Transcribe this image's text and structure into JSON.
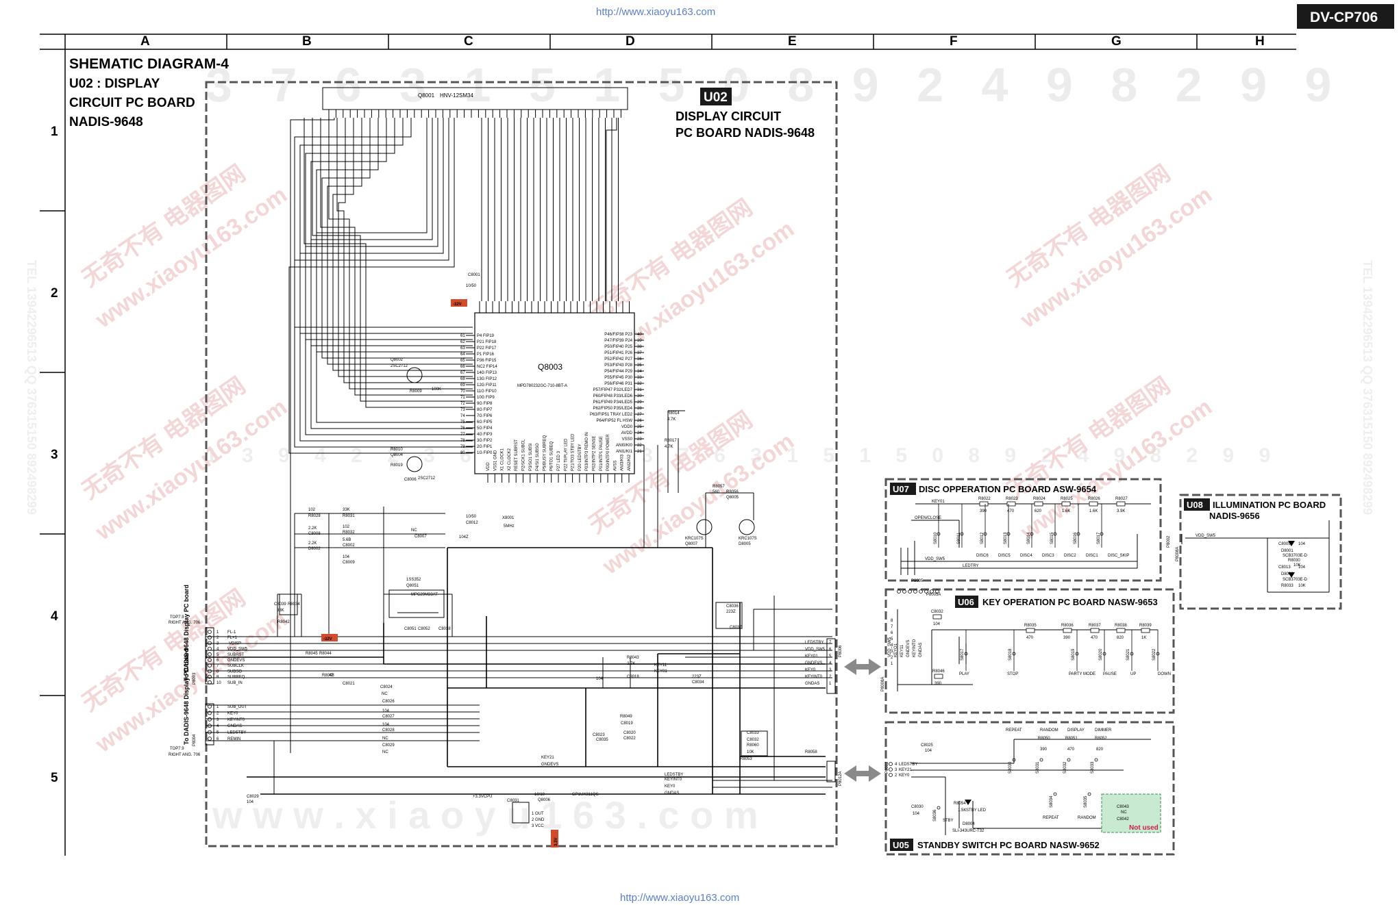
{
  "header": {
    "url_top": "http://www.xiaoyu163.com",
    "url_bottom": "http://www.xiaoyu163.com",
    "model": "DV-CP706"
  },
  "grid": {
    "columns": [
      "A",
      "B",
      "C",
      "D",
      "E",
      "F",
      "G",
      "H"
    ],
    "rows": [
      "1",
      "2",
      "3",
      "4",
      "5"
    ]
  },
  "title": {
    "line1": "SHEMATIC DIAGRAM-4",
    "line2": "U02 : DISPLAY",
    "line3": "CIRCUIT PC BOARD",
    "line4": "NADIS-9648"
  },
  "u02": {
    "badge": "U02",
    "heading1": "DISPLAY CIRCUIT",
    "heading2": "PC BOARD  NADIS-9648",
    "vfd_ref": "Q8001",
    "vfd_part": "HNV-12SM34",
    "mcu_ref": "Q8003",
    "mcu_part": "MPD780232GC-710-8BT-A",
    "volt_neg32_a": "-32V",
    "volt_neg32_b": "-32V",
    "volt_33": "3.3V",
    "parts": [
      "C8001",
      "10/50",
      "Q8002",
      "2SC2712",
      "R8009",
      "100K",
      "R8010",
      "Q8004",
      "2SC2712",
      "R8019",
      "C8006",
      "102",
      "R8028",
      "33K",
      "R8031",
      "2.2K",
      "C8008",
      "102",
      "R8032",
      "2.2K",
      "D8002",
      "5.6B",
      "C8002",
      "104",
      "C8009",
      "NC",
      "C8007",
      "10/50",
      "C8012",
      "104Z",
      "X8001",
      "5MHz",
      "R8014",
      "4.7K",
      "R8017",
      "4.7K",
      "R8057",
      "560",
      "R8056",
      "Q8005",
      "KRC107S",
      "Q8007",
      "KRC107S",
      "D8005",
      "1SS352",
      "Q8051",
      "MPC29M33AT",
      "C8051",
      "C8052",
      "C8038",
      "C8039",
      "R8034",
      "33K",
      "R8042",
      "R8045",
      "R8044",
      "R8048",
      "47",
      "C8021",
      "C8024",
      "NC",
      "C8026",
      "104",
      "C8027",
      "104",
      "C8028",
      "NC",
      "C8029",
      "NC",
      "R8043",
      "2.7K",
      "C8018",
      "104",
      "R8049",
      "C8019",
      "C8020",
      "C8022",
      "C8023",
      "C8035",
      "223Z",
      "C8034",
      "C8036",
      "223Z",
      "C8037",
      "C8033",
      "C8032",
      "R8060",
      "10K",
      "R8058",
      "R8053",
      "C8029",
      "104",
      "C8031",
      "10/10",
      "Q8006",
      "GP1UX311QS"
    ],
    "mcu_pins_left": [
      "P4 FIP19",
      "P21 FIP18",
      "P22 FIP17",
      "P1 FIP16",
      "P36 FIP15",
      "NC2 FIP14",
      "14G FIP13",
      "13G FIP12",
      "12G FIP11",
      "11G FIP10",
      "10G FIP9",
      "9G FIP8",
      "8G FIP7",
      "7G FIP6",
      "6G FIP5",
      "5G FIP4",
      "4G FIP3",
      "3G FIP2",
      "2G FIP1",
      "1G FIP0"
    ],
    "mcu_pins_right": [
      "P46/FIP38 P23",
      "P47/FIP39 P24",
      "P50/FIP40 P25",
      "P51/FIP41 P26",
      "P52/FIP42 P27",
      "P53/FIP43 P28",
      "P54/FIP44 P29",
      "P55/FIP45 P30",
      "P56/FIP46 P31",
      "P57/FIP47 P32/LED7",
      "P60/FIP48 P33/LED6",
      "P61/FIP49 P34/LED5",
      "P62/FIP50 P35/LED4",
      "P63/FIP51 TRAY LED2",
      "P64/FIP52 FL HSW",
      "VDD0",
      "AVDD",
      "VSS0",
      "ANI0/KI0",
      "ANI1/KI1"
    ],
    "mcu_pins_bottom": [
      "VDD",
      "VSS1 GND",
      "X1 CLOCK1",
      "X2 CLOCK2",
      "RESET SUBRST",
      "P2/SCK1 SUBCL",
      "P3/SO1 SUBSI",
      "P4/SI1 SUBSO",
      "P5/BUSY SUBREQ",
      "P6/TO1 SUBEQ",
      "P27 LED 3",
      "P22 TI/PLAY LED",
      "P21/TO3 STBY LED",
      "P20 LEDSTBY",
      "P03/INTP3 REMO IN",
      "P02/INTP2 SENSE",
      "P01/INTP1 PAUSE",
      "P00/INTP0 POWER",
      "AVSS",
      "ANI3/KI3",
      "ANI2/KI2"
    ],
    "connector_left_label1": "To DADIS-9648 Display PC board",
    "connector_left_label2": "To DADIS-9648 Display PC board",
    "topf1": "TOP7.9",
    "topf1b": "RIGHT ANG. 706",
    "topf2": "TOP7.9",
    "topf2b": "RIGHT ANG. 706",
    "conn1_ref": "P8003",
    "conn1_pins": [
      "FL-1",
      "FL+1",
      "-VDISP",
      "VDD_SW5",
      "SUBRST",
      "GNDEVS",
      "SUBCLK",
      "SUBSO",
      "SUBREQ",
      "SUB_IN"
    ],
    "conn2_ref": "P8004",
    "conn2_pins": [
      "SUB_OUT",
      "KEY0",
      "KEYINT0",
      "GNDAS",
      "LEDSTBY",
      "REMIN"
    ],
    "conn_right1_pins": [
      "LEDSTBY",
      "VDD_SW5",
      "KEY01",
      "GNDEVS",
      "KEY0",
      "KEYINT0",
      "GNDAS"
    ],
    "conn_right1_ref": "P8006",
    "conn_right2_ref": "P8012A",
    "bus_labels": [
      "KEY21",
      "GNDEVS",
      "LEDSTBY",
      "KEYINT0",
      "KEY0",
      "GNDAS",
      "+3.3VCPU",
      "KEY11",
      "KEY01"
    ],
    "ir_pins": [
      "1 OUT",
      "2 GND",
      "3 VCC"
    ]
  },
  "u07": {
    "badge": "U07",
    "title": "DISC OPPERATION PC BOARD ASW-9654",
    "key_net": "KEY01",
    "open_close": "OPEN/CLOSE",
    "resistors": [
      "R8022",
      "390",
      "R8023",
      "470",
      "R8024",
      "620",
      "R8025",
      "1.6K",
      "R8026",
      "1.6K",
      "R8027",
      "3.9K"
    ],
    "switches": [
      "S8010",
      "S8011",
      "S8012",
      "S8013",
      "S8014",
      "S8015",
      "S8016",
      "S8017"
    ],
    "buttons": [
      "DISC6",
      "DISC5",
      "DISC4",
      "DISC3",
      "DISC2",
      "DISC1",
      "DISC_SKIP"
    ],
    "nets": [
      "VDD_SW5",
      "LEDTRY"
    ],
    "conn_ref": "P8002",
    "conn_ref2": "P8005"
  },
  "u08": {
    "badge": "U08",
    "title1": "ILLUMINATION PC BOARD",
    "title2": "NADIS-9656",
    "net": "VDD_SW5",
    "parts": [
      "C8005",
      "104",
      "D8001",
      "SCB3703E-D",
      "R8030",
      "10K",
      "C8013",
      "104",
      "D8003",
      "SCB3703E-D",
      "R8033",
      "10K"
    ],
    "conn_ref": "P8008A"
  },
  "u06": {
    "badge": "U06",
    "title": "KEY OPERATION PC BOARD NASW-9653",
    "parts": [
      "C8032",
      "104",
      "R8035",
      "470",
      "R8036",
      "390",
      "R8037",
      "470",
      "R8038",
      "820",
      "R8039",
      "1K",
      "R8046",
      "390"
    ],
    "switches": [
      "S8017",
      "S8018",
      "S8019",
      "S8020",
      "S8021",
      "S8022"
    ],
    "buttons": [
      "PLAY",
      "STOP",
      "PARTY MODE",
      "PAUSE",
      "UP",
      "DOWN"
    ],
    "conn_ref": "P8005A",
    "conn_pins": [
      "VDD_SW5",
      "KEYO1",
      "KEY11",
      "GNDEVS",
      "KEYINTO",
      "GNDAS"
    ],
    "conn_ref2": "P8008A"
  },
  "u05": {
    "badge": "U05",
    "title": "STANDBY SWITCH PC BOARD NASW-9652",
    "buttons_top": [
      "REPEAT",
      "RANDOM",
      "DISPLAY",
      "DIMMER"
    ],
    "buttons_bottom": [
      "REPEAT",
      "RANDOM"
    ],
    "parts": [
      "C8025",
      "104",
      "R8050",
      "390",
      "R8051",
      "470",
      "R8052",
      "820",
      "C8030",
      "104",
      "R8054",
      "1.5K",
      "D8004",
      "SLI-343URC-T32",
      "C8043",
      "NC",
      "C8042"
    ],
    "switches": [
      "S8030",
      "S8031",
      "S8032",
      "S8033",
      "S8034",
      "S8035",
      "S8036"
    ],
    "stby_led": "STBY LED",
    "stby": "STBY",
    "not_used": "Not used",
    "conn_ref": "P8012",
    "conn_pins": [
      "LEDSTBY",
      "KEY21",
      "KEY0"
    ]
  },
  "watermarks": {
    "digits_top": "3 7 6 3 1 5 1 5 0    8 9 2 4 9 8 2 9 9",
    "digits_mid": "1 3 9 4 2 2 3 6 3 4 5 0   3 7 6 3 1 5 1 5 0   8 9 2 4 9 8 2 9 9",
    "site": "www.xiaoyu163.com",
    "cn": "无奇不有 电器图网",
    "bottom": "w w w . x i a o y u 1 6 3 . c o m",
    "side_left": "TEL 13942296513 QQ 376315150 892498299",
    "side_right": "TEL 13942296513 QQ 376315150 892498299"
  },
  "colors": {
    "line": "#000000",
    "badge_bg": "#1a1a1a",
    "volt_tag": "#d24b2a",
    "not_used": "#cc1f4a",
    "not_used_bg": "#c7ead0",
    "arrow": "#8a8a8a",
    "dash": "#555555"
  }
}
